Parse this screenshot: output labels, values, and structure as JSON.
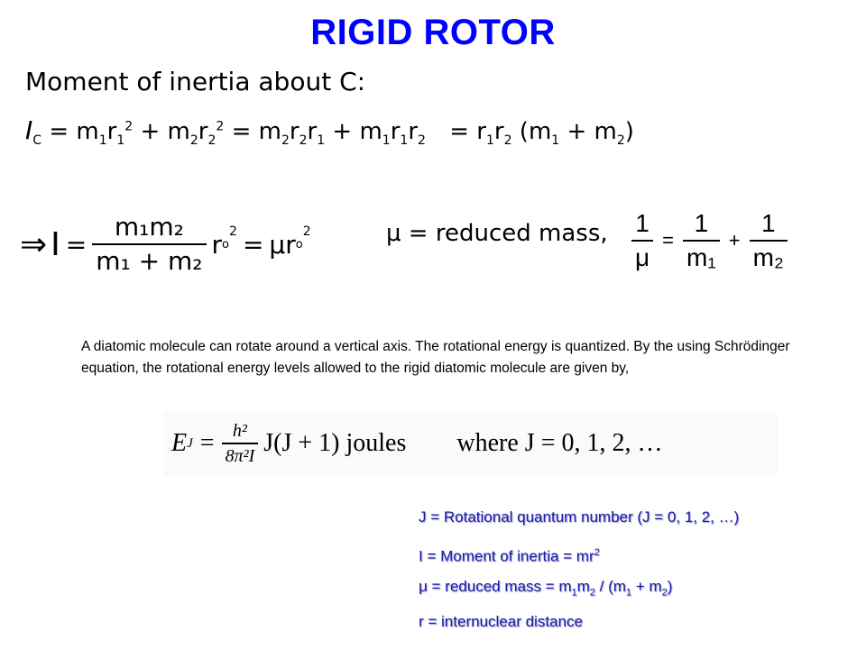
{
  "title": "RIGID ROTOR",
  "subtitle": "Moment of inertia about C:",
  "ic_equation": {
    "lhs": "I",
    "lhs_sub": "C",
    "eq1": "=",
    "t1": "m",
    "t1a": "1",
    "t1b": "r",
    "t1c": "1",
    "t1d": "2",
    "plus1": "+",
    "t2": "m",
    "t2a": "2",
    "t2b": "r",
    "t2c": "2",
    "t2d": "2",
    "eq2": "=",
    "t3": "m",
    "t3a": "2",
    "t3b": "r",
    "t3c": "2",
    "t3d": "r",
    "t3e": "1",
    "plus2": "+",
    "t4": "m",
    "t4a": "1",
    "t4b": "r",
    "t4c": "1",
    "t4d": "r",
    "t4e": "2",
    "eq3": "=",
    "t5": "r",
    "t5a": "1",
    "t5b": "r",
    "t5c": "2",
    "t6": "(m",
    "t6a": "1",
    "plus3": "+",
    "t6b": "m",
    "t6c": "2",
    "t6d": ")"
  },
  "inertia": {
    "implies": "⇒",
    "lhs": "I",
    "eq": "=",
    "num": "m₁m₂",
    "den": "m₁ + m₂",
    "r": "r",
    "r_sub": "o",
    "sq": "2",
    "eq2": "=",
    "mu": "μr",
    "mu_sub": "o",
    "sq2": "2"
  },
  "mu_line": "μ = reduced mass,",
  "mu_frac": {
    "n1": "1",
    "d1": "μ",
    "eq": "=",
    "n2": "1",
    "d2": "m₁",
    "plus": "+",
    "n3": "1",
    "d3": "m₂"
  },
  "paragraph": "A diatomic molecule can rotate around a vertical axis. The rotational energy is quantized. By the using Schrödinger equation, the rotational energy levels allowed to the rigid diatomic molecule are given by,",
  "energy": {
    "E": "E",
    "E_sub": "J",
    "eq": "=",
    "num": "h²",
    "den": "8π²I",
    "rest": "J(J + 1) joules",
    "where": "where J = 0, 1, 2, …"
  },
  "defs": [
    {
      "a": "J = Rotational quantum number (J = 0, 1, 2, …)"
    },
    {
      "a": "I = Moment of inertia =  mr",
      "sup": "2"
    },
    {
      "a": "μ = reduced mass = m",
      "s1": "1",
      "b": "m",
      "s2": "2",
      "c": " / (m",
      "s3": "1",
      "d": " + m",
      "s4": "2",
      "e": ")"
    },
    {
      "a": "r = internuclear distance"
    }
  ]
}
